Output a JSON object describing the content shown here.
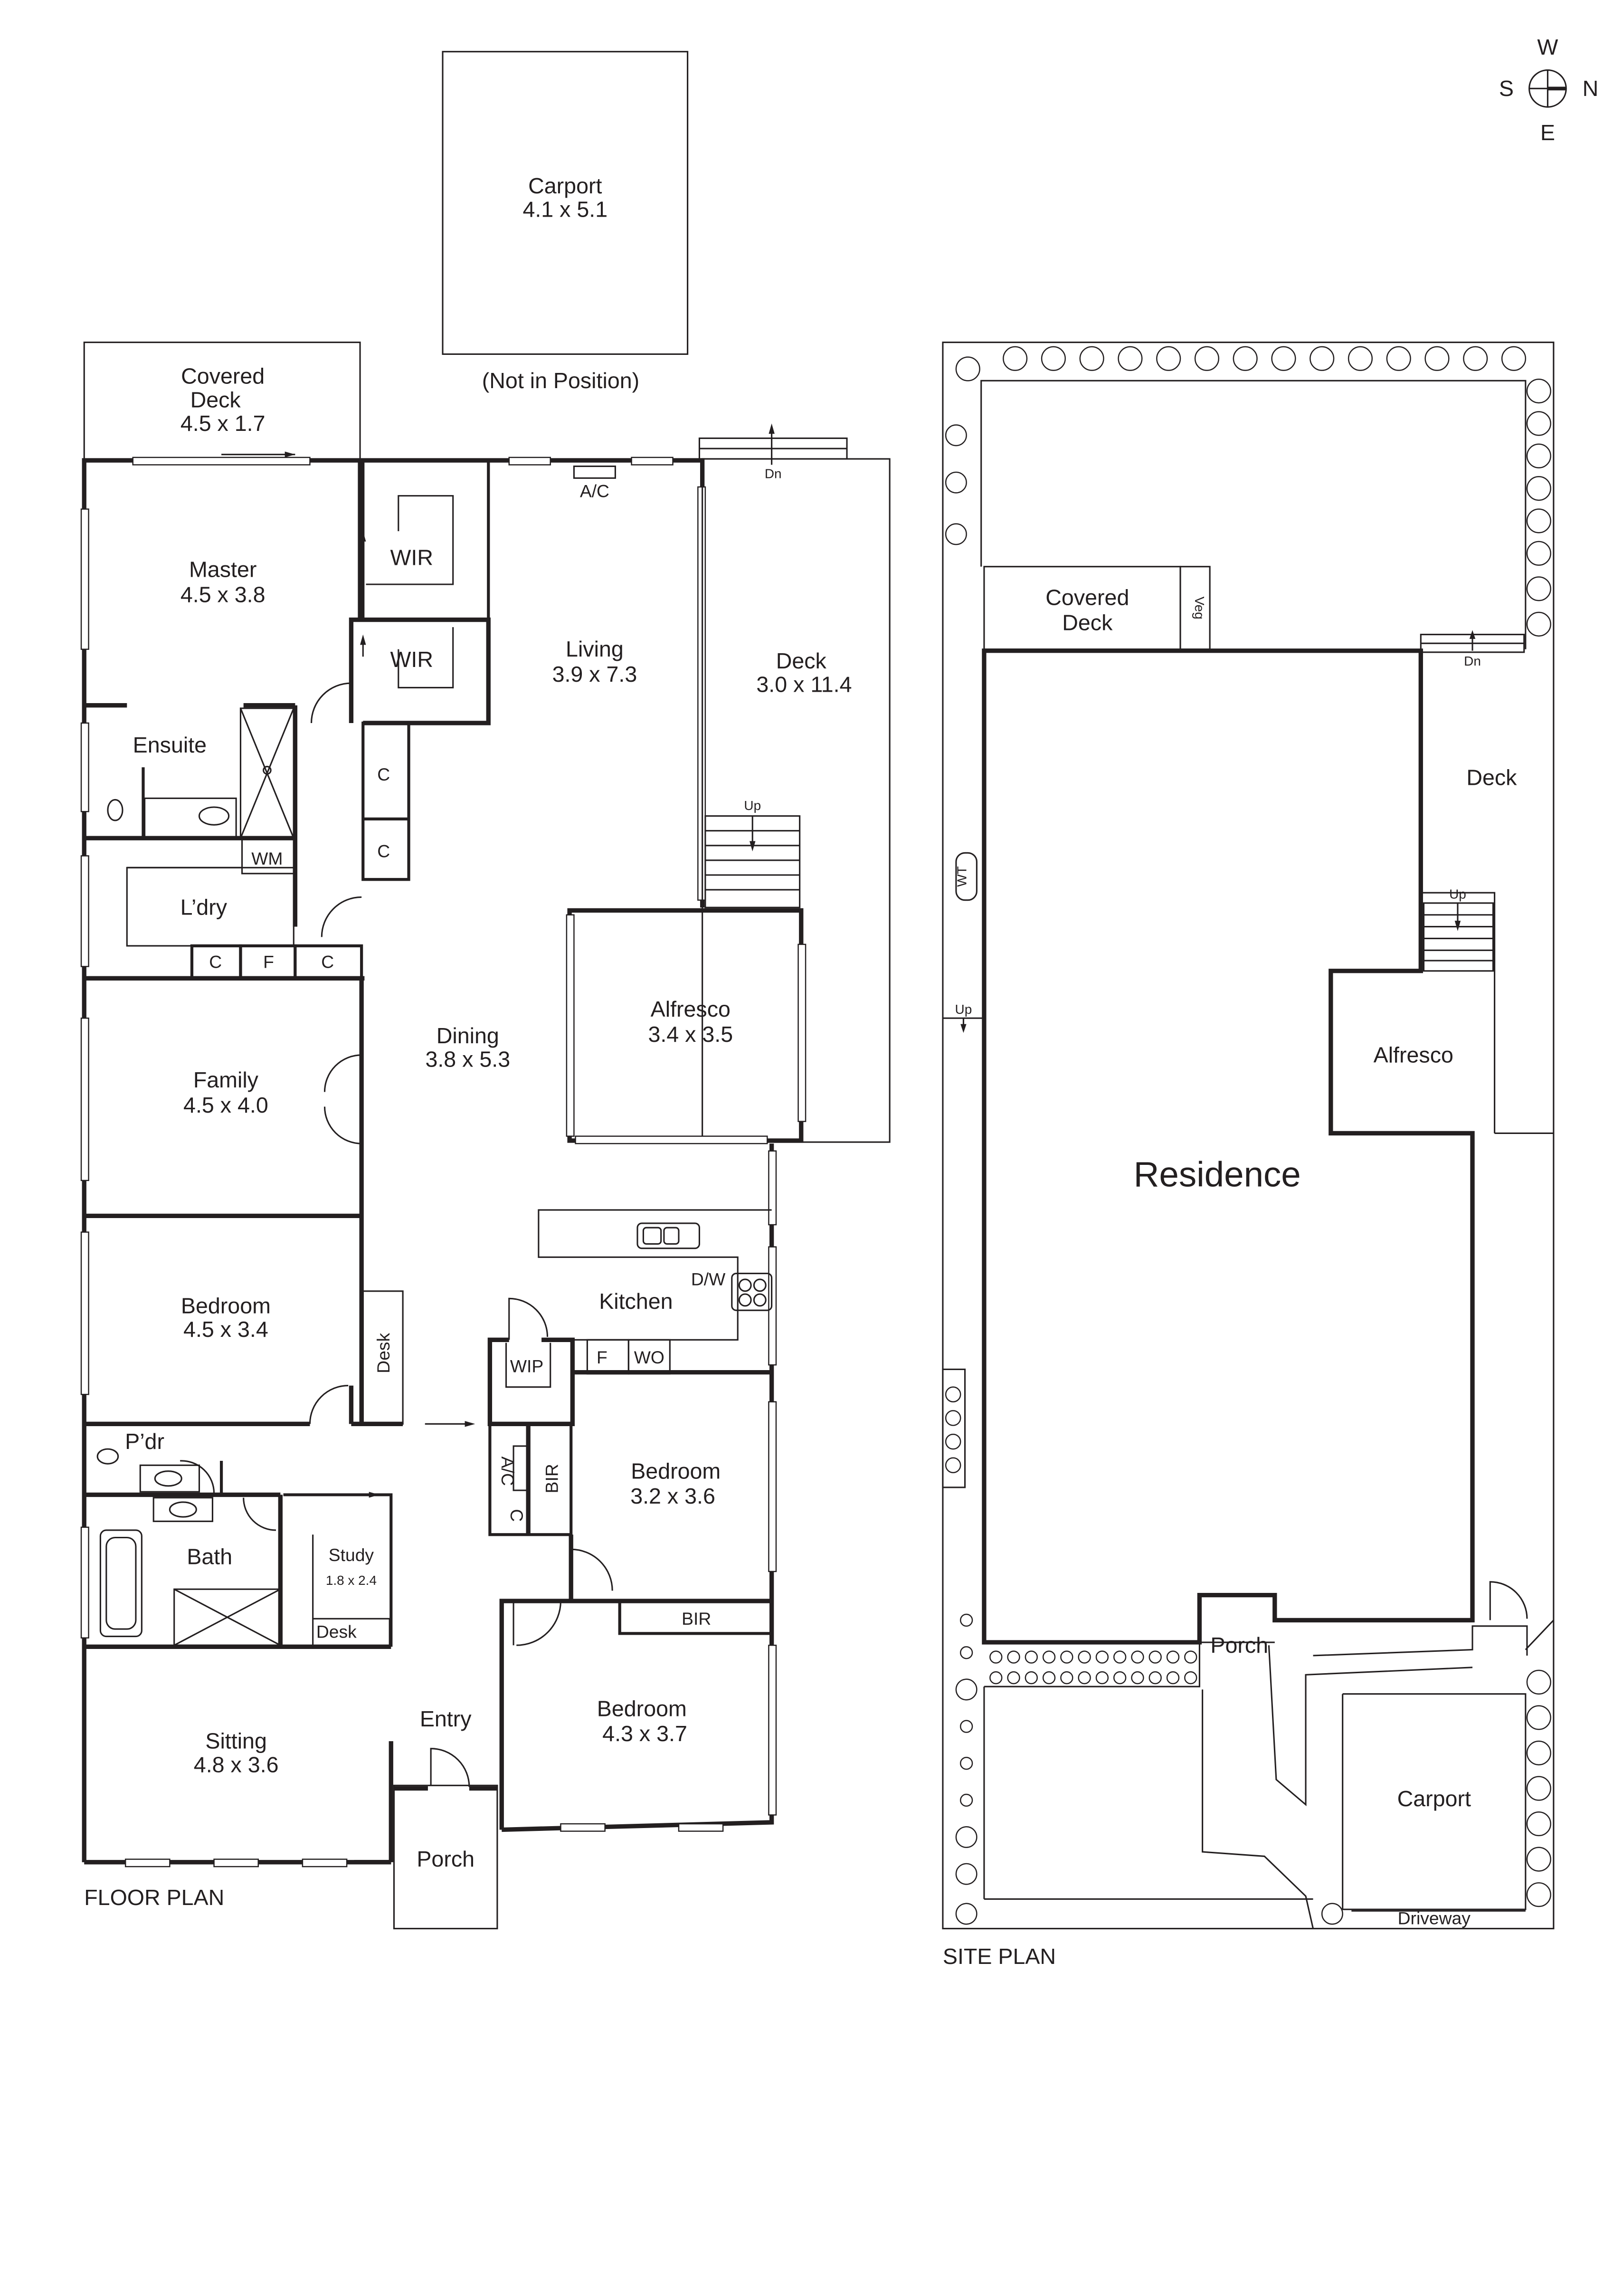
{
  "compass": {
    "w": "W",
    "s": "S",
    "n": "N",
    "e": "E"
  },
  "floor_plan": {
    "title": "FLOOR PLAN",
    "carport": {
      "name": "Carport",
      "dim": "4.1 x 5.1",
      "note": "(Not in Position)"
    },
    "covered_deck": {
      "name1": "Covered",
      "name2": "Deck",
      "dim": "4.5 x 1.7"
    },
    "master": {
      "name": "Master",
      "dim": "4.5 x 3.8"
    },
    "wir1": "WIR",
    "wir2": "WIR",
    "ac_top": "A/C",
    "dn": "Dn",
    "living": {
      "name": "Living",
      "dim": "3.9 x 7.3"
    },
    "deck": {
      "name": "Deck",
      "dim": "3.0 x 11.4"
    },
    "up": "Up",
    "ensuite": "Ensuite",
    "c": "C",
    "wm": "WM",
    "laundry": "L’dry",
    "f": "F",
    "alfresco": {
      "name": "Alfresco",
      "dim": "3.4 x 3.5"
    },
    "dining": {
      "name": "Dining",
      "dim": "3.8 x 5.3"
    },
    "family": {
      "name": "Family",
      "dim": "4.5 x 4.0"
    },
    "kitchen": "Kitchen",
    "dw": "D/W",
    "wo": "WO",
    "wip": "WIP",
    "desk": "Desk",
    "bedroom1": {
      "name": "Bedroom",
      "dim": "4.5 x 3.4"
    },
    "bedroom2": {
      "name": "Bedroom",
      "dim": "3.2 x 3.6"
    },
    "bedroom3": {
      "name": "Bedroom",
      "dim": "4.3 x 3.7"
    },
    "pdr": "P’dr",
    "ac_mid": "A/C",
    "bir": "BIR",
    "bath": "Bath",
    "study": {
      "name": "Study",
      "dim": "1.8 x 2.4"
    },
    "sitting": {
      "name": "Sitting",
      "dim": "4.8 x 3.6"
    },
    "entry": "Entry",
    "porch": "Porch"
  },
  "site_plan": {
    "title": "SITE PLAN",
    "covered_deck1": "Covered",
    "covered_deck2": "Deck",
    "veg": "Veg",
    "dn": "Dn",
    "deck": "Deck",
    "wt": "WT",
    "up": "Up",
    "alfresco": "Alfresco",
    "residence": "Residence",
    "porch": "Porch",
    "carport": "Carport",
    "driveway": "Driveway"
  }
}
